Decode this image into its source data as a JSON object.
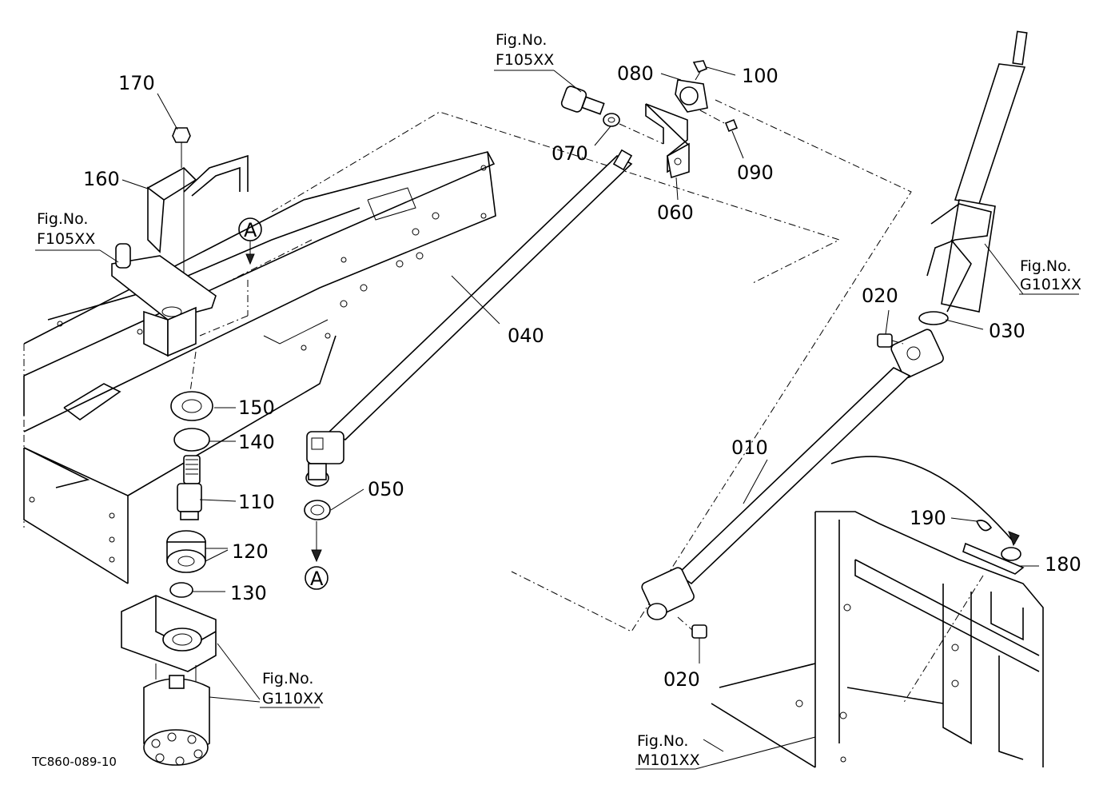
{
  "labels": {
    "p170": "170",
    "p160": "160",
    "p150": "150",
    "p140": "140",
    "p110": "110",
    "p120": "120",
    "p130": "130",
    "p040": "040",
    "p050": "050",
    "p070": "070",
    "p080": "080",
    "p100": "100",
    "p090": "090",
    "p060": "060",
    "p020a": "020",
    "p030": "030",
    "p010": "010",
    "p020b": "020",
    "p190": "190",
    "p180": "180",
    "markerA1": "A",
    "markerA2": "A"
  },
  "fig_refs": {
    "f105_left_title": "Fig.No.",
    "f105_left_code": "F105XX",
    "f105_top_title": "Fig.No.",
    "f105_top_code": "F105XX",
    "g101_title": "Fig.No.",
    "g101_code": "G101XX",
    "g110_title": "Fig.No.",
    "g110_code": "G110XX",
    "m101_title": "Fig.No.",
    "m101_code": "M101XX"
  },
  "drawing_code": "TC860-089-10"
}
